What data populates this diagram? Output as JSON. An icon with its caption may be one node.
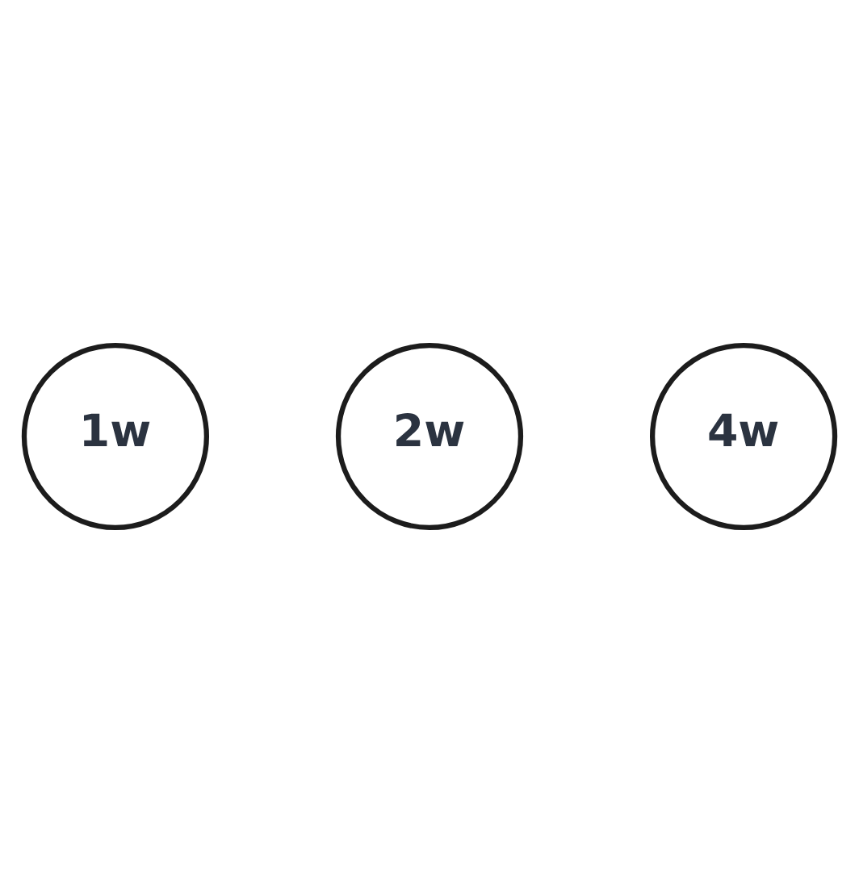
{
  "diagram": {
    "nodes": [
      {
        "text": [
          "1w"
        ]
      },
      {
        "text": [
          "2w"
        ]
      },
      {
        "text": [
          "4w"
        ]
      }
    ]
  }
}
